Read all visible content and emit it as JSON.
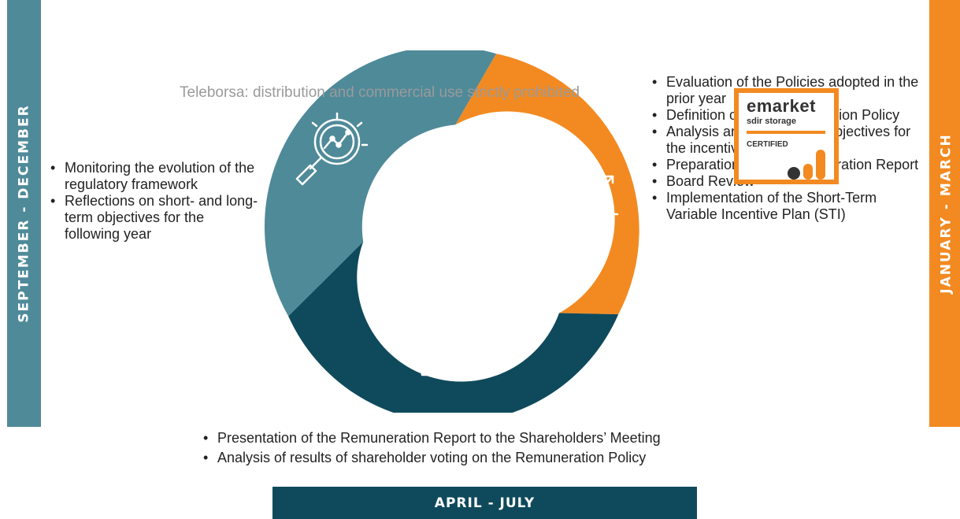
{
  "bands": {
    "left": "SEPTEMBER - DECEMBER",
    "right": "JANUARY - MARCH",
    "bottom": "APRIL - JULY"
  },
  "left_items": [
    "Monitoring the evolution of the regulatory framework",
    "Reflections on short- and long-term objectives for the following year"
  ],
  "right_items": [
    "Evaluation of the Policies adopted in the prior year",
    "Definition of the Remuneration Policy",
    "Analysis and definition of objectives for the incentive plans",
    "Preparation of the Remuneration Report",
    "Board Review",
    "Implementation of the Short-Term Variable Incentive Plan (STI)"
  ],
  "bottom_items": [
    "Presentation of the Remuneration Report to the Shareholders’ Meeting",
    "Analysis of results of shareholder voting on the Remuneration Policy"
  ],
  "watermark": "Teleborsa: distribution and commercial use strictly prohibited",
  "badge": {
    "brand": "emarket",
    "sub": "sdir storage",
    "certified": "CERTIFIED"
  },
  "colors": {
    "teal": "#4f8a99",
    "orange": "#f28a21",
    "navy": "#0f4a5c"
  },
  "icons": {
    "teal_segment": "magnifier-chart-icon",
    "orange_segment": "growth-chart-icon",
    "navy_segment": "megaphone-icon"
  }
}
